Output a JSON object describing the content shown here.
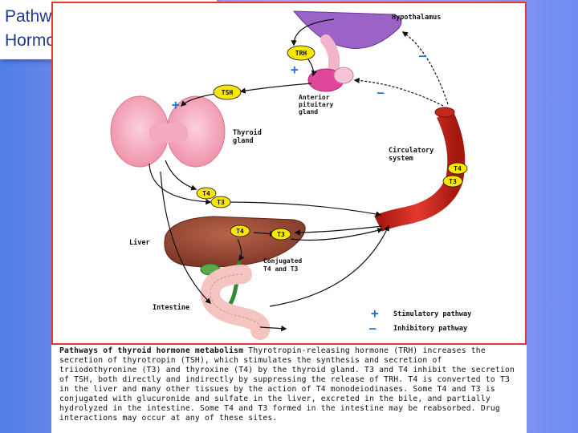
{
  "title": "Pathways of thyroid Hormone metabolism",
  "diagram": {
    "labels": {
      "hypothalamus": "Hypothalamus",
      "anterior_pituitary": "Anterior pituitary gland",
      "thyroid": "Thyroid gland",
      "circulatory": "Circulatory system",
      "liver": "Liver",
      "intestine": "Intestine",
      "conjugated": "Conjugated T4 and T3"
    },
    "badges": {
      "trh": "TRH",
      "tsh": "TSH",
      "t4_thyroid": "T4",
      "t3_thyroid": "T3",
      "t4_liver": "T4",
      "t3_liver": "T3",
      "t4_vessel": "T4",
      "t3_vessel": "T3"
    },
    "signs": {
      "plus": "+",
      "minus": "—"
    },
    "legend": {
      "stimulatory": "Stimulatory pathway",
      "inhibitory": "Inhibitory pathway"
    }
  },
  "caption": {
    "title": "Pathways of thyroid  hormone metabolism",
    "body": "Thyrotropin-releasing hormone (TRH) increases the secretion of thyrotropin (TSH), which stimulates the synthesis and secretion of triiodothyronine (T3) and thyroxine (T4) by the thyroid gland. T3 and T4 inhibit the secretion of TSH, both directly and indirectly by suppressing the release of TRH. T4 is converted to T3 in the liver and many other tissues by the action of T4 monodeiodinases. Some T4 and T3 is conjugated with glucuronide and sulfate in the liver, excreted in the bile, and partially hydrolyzed in the intestine. Some T4  and T3 formed in the intestine may be reabsorbed. Drug interactions may occur at any of these sites."
  },
  "colors": {
    "frame_border": "#e4392e",
    "title_text": "#1f3a8a",
    "hypothalamus": "#9b62c8",
    "pituitary": "#e0479a",
    "thyroid": "#f6a6b8",
    "vessel": "#d42a22",
    "liver": "#9a4b33",
    "intestine": "#f3c4c0",
    "bile": "#2e8b2e",
    "badge": "#f7e600",
    "sign": "#1e73d8"
  }
}
